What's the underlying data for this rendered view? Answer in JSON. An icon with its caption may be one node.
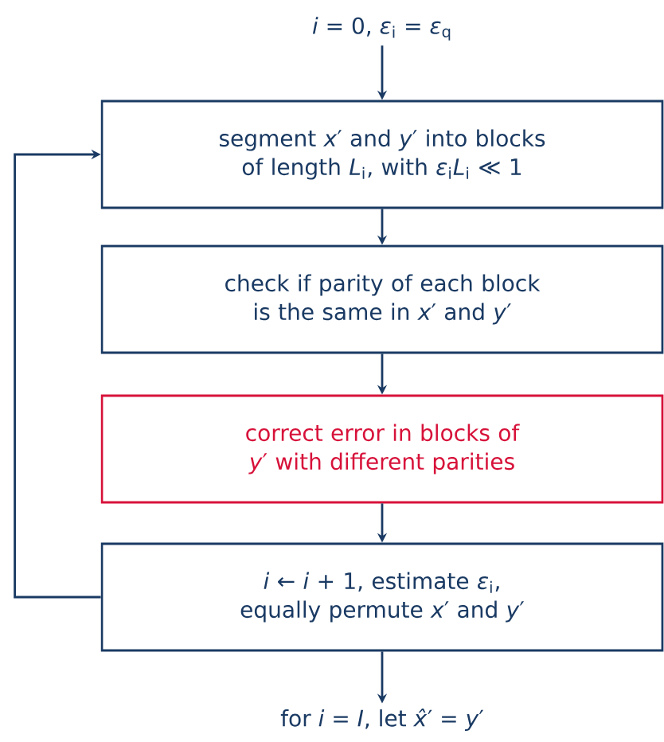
{
  "diagram": {
    "nodes": [
      {
        "text": [
          "*i* = 0, *ε*$_{i}$ = *ε*$_{q}$"
        ]
      },
      {
        "text": [
          "segment *x*′ and *y*′ into blocks of length *L*$_{i}$, with *ε*$_{i}$*L*$_{i}$ ≪ 1"
        ]
      },
      {
        "text": [
          "check if parity of each block is the same in *x*′ and *y*′"
        ]
      },
      {
        "text": [
          "correct error in blocks of *y*′ with different parities"
        ]
      },
      {
        "text": [
          "*i* ← *i* + 1, estimate *ε*$_{i}$, equally permute *x*′ and *y*′"
        ]
      },
      {
        "text": [
          "for *i* = *I*, let *x̂*′ = *y*′"
        ]
      }
    ],
    "edges": [
      {
        "from": 0,
        "to": 1,
        "arrow": "to"
      },
      {
        "from": 1,
        "to": 2,
        "arrow": "to"
      },
      {
        "from": 2,
        "to": 3,
        "arrow": "to"
      },
      {
        "from": 3,
        "to": 4,
        "arrow": "to"
      },
      {
        "from": 4,
        "to": 5,
        "arrow": "to"
      },
      {
        "from": 4,
        "to": 1,
        "arrow": "to"
      }
    ]
  }
}
